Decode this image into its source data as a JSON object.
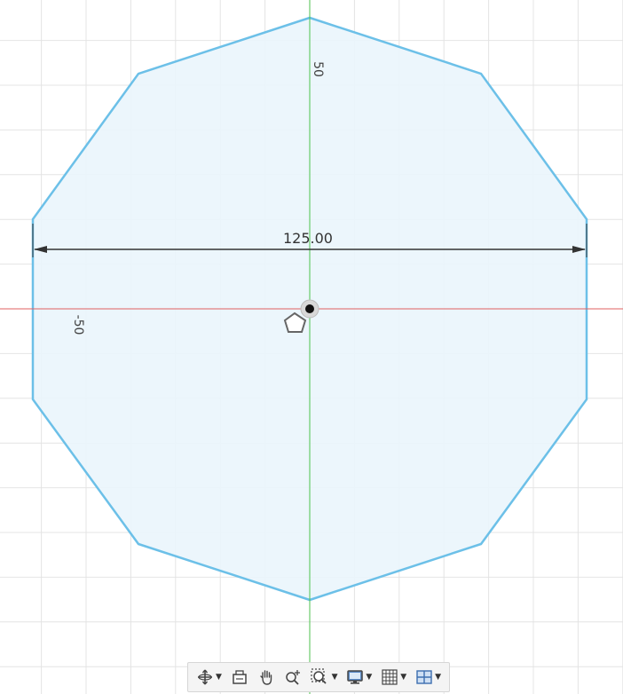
{
  "sketch": {
    "shape": "decagon",
    "dimension_label": "125.00",
    "axis_label_top": "50",
    "axis_label_left": "-50"
  },
  "colors": {
    "grid_line": "#e4e4e4",
    "x_axis": "#e06060",
    "y_axis": "#4cc24c",
    "polygon_stroke": "#6cc0e8",
    "polygon_fill": "#eaf5fc",
    "dimension_line": "#333333"
  },
  "toolbar": {
    "items": [
      {
        "name": "orbit-icon",
        "has_dropdown": true
      },
      {
        "name": "look-at-icon",
        "has_dropdown": false
      },
      {
        "name": "pan-hand-icon",
        "has_dropdown": false
      },
      {
        "name": "zoom-icon",
        "has_dropdown": false
      },
      {
        "name": "fit-zoom-window-icon",
        "has_dropdown": true
      },
      {
        "name": "display-settings-icon",
        "has_dropdown": true
      },
      {
        "name": "grid-snaps-icon",
        "has_dropdown": true
      },
      {
        "name": "viewports-icon",
        "has_dropdown": true
      }
    ]
  }
}
